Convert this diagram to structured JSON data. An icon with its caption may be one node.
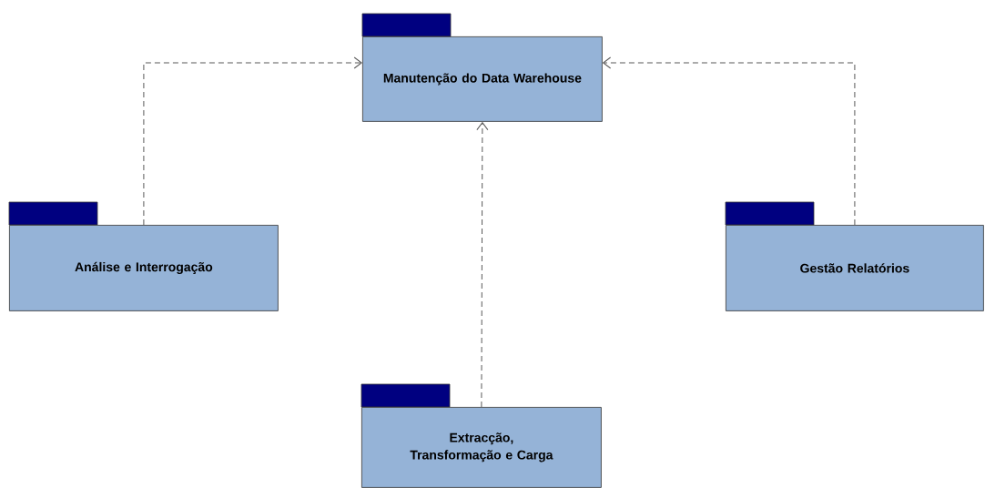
{
  "diagram": {
    "nodes": [
      {
        "text": [
          "Manutenção do Data Warehouse"
        ]
      },
      {
        "text": [
          "Análise e Interrogação"
        ]
      },
      {
        "text": [
          "Gestão Relatórios"
        ]
      },
      {
        "text": [
          "Extracção, Transformação e Carga"
        ]
      }
    ],
    "edges": [
      {
        "from": 1,
        "to": 0,
        "arrow": "to",
        "style": "dashed"
      },
      {
        "from": 2,
        "to": 0,
        "arrow": "to",
        "style": "dashed"
      },
      {
        "from": 3,
        "to": 0,
        "arrow": "to",
        "style": "dashed"
      }
    ]
  }
}
